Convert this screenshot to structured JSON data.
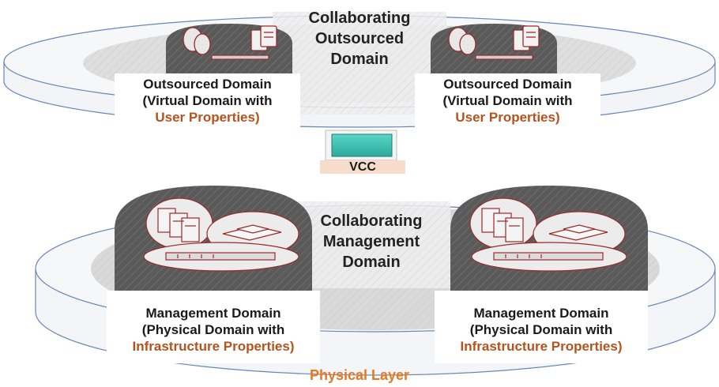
{
  "diagram": {
    "top_center": {
      "line1": "Collaborating",
      "line2": "Outsourced",
      "line3": "Domain"
    },
    "top_left": {
      "line1": "Outsourced Domain",
      "line2": "(Virtual Domain with",
      "line3": "User Properties)"
    },
    "top_right": {
      "line1": "Outsourced Domain",
      "line2": "(Virtual Domain with",
      "line3": "User Properties)"
    },
    "connector": {
      "label": "VCC"
    },
    "bottom_center": {
      "line1": "Collaborating",
      "line2": "Management",
      "line3": "Domain"
    },
    "bottom_left": {
      "line1": "Management Domain",
      "line2": "(Physical Domain with",
      "line3": "Infrastructure Properties)"
    },
    "bottom_right": {
      "line1": "Management Domain",
      "line2": "(Physical Domain with",
      "line3": "Infrastructure Properties)"
    },
    "layer_label": "Physical Layer",
    "colors": {
      "accent_text": "#b4531d",
      "layer_text": "#e8781e",
      "vcc_box": "#3dbfb3",
      "vcc_label_bg": "#f7dccb",
      "dark_domain": "#5a5a5a",
      "device_outline": "#9b2a2a"
    }
  }
}
